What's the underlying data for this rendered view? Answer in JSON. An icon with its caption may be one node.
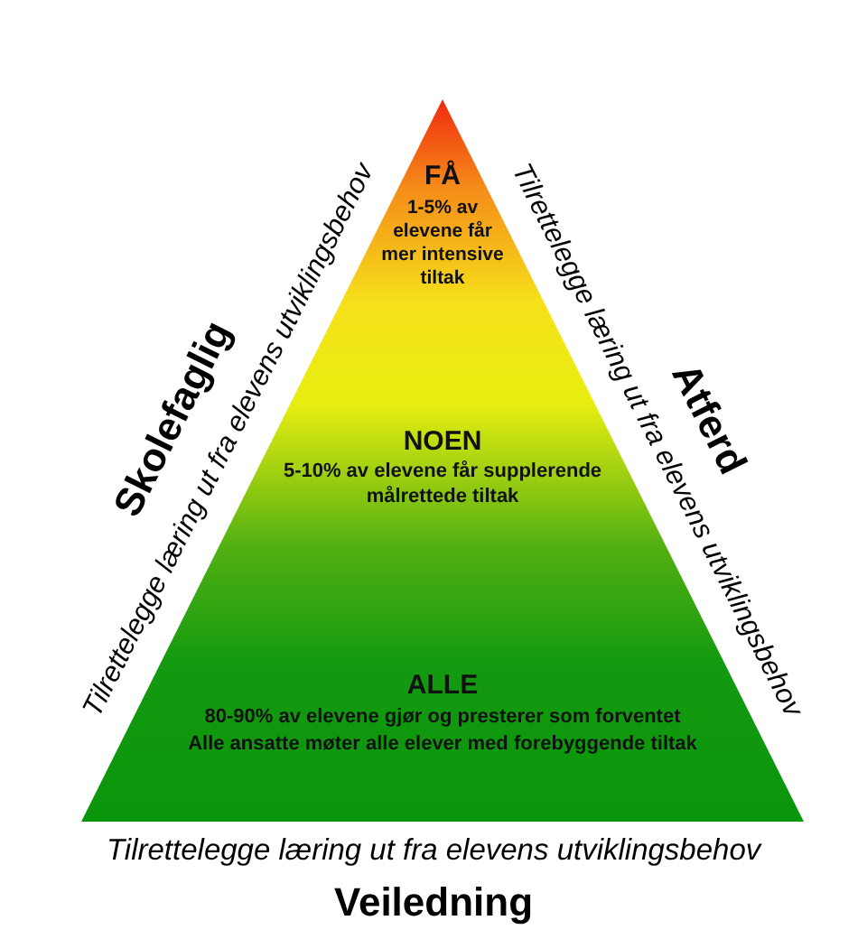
{
  "diagram": {
    "nodes": [
      {
        "text": [
          "FÅ",
          "1-5% av elevene får mer intensive tiltak",
          "NOEN",
          "5-10% av elevene får supplerende målrettede tiltak",
          "ALLE",
          "80-90% av elevene gjør og presterer som forventet",
          "Alle ansatte møter alle elever med forebyggende tiltak"
        ]
      }
    ],
    "labels": [
      "Tilrettelegge læring ut fra elevens utviklingsbehov",
      "Tilrettelegge læring ut fra elevens utviklingsbehov",
      "Skolefaglig",
      "Atferd",
      "Tilrettelegge læring ut fra elevens utviklingsbehov",
      "Veiledning"
    ]
  }
}
